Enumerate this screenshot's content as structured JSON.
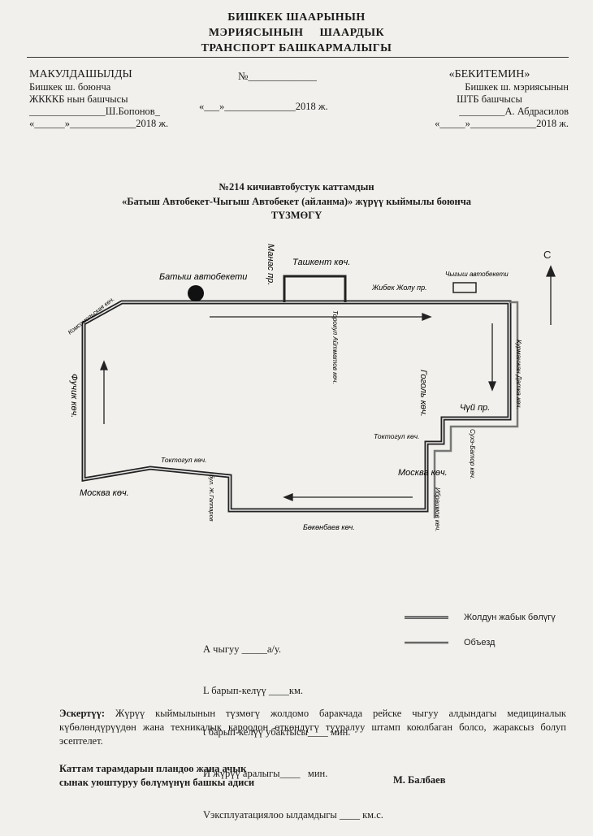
{
  "header": {
    "line1": "БИШКЕК ШААРЫНЫН",
    "line2": "МЭРИЯСЫНЫН     ШААРДЫК",
    "line3": "ТРАНСПОРТ БАШКАРМАЛЫГЫ"
  },
  "approval_left": {
    "title": "МАКУЛДАШЫЛДЫ",
    "org": "Бишкек ш. боюнча",
    "position": "ЖКККБ нын башчысы",
    "signature": "_______________Ш.Бопонов_",
    "date": "«______»_____________2018 ж."
  },
  "number_block": {
    "number": "№_____________",
    "date": "«___»______________2018 ж."
  },
  "approval_right": {
    "title": "«БЕКИТЕМИН»",
    "org": "Бишкек ш. мэриясынын",
    "position": "ШТБ башчысы",
    "signature": "_________А. Абдрасилов",
    "date": "«_____»_____________2018 ж."
  },
  "doc_title": {
    "line1": "№214 кичиавтобустук каттамдын",
    "line2": "«Батыш Автобекет-Чыгыш Автобекет (айланма)» жүрүү кыймылы боюнча",
    "line3": "ТҮЗМӨГҮ"
  },
  "map": {
    "north": "С",
    "labels": {
      "batysh": "Батыш автобекети",
      "manas": "Манас пр.",
      "tashkent": "Ташкент көч.",
      "zhibek": "Жибек Жолу пр.",
      "chygysh": "Чыгыш автобекети",
      "komsomol": "Комсомольская көч.",
      "torokul": "Торокул Айтматов көч.",
      "kurmanzhan": "Курманжан Датка көч.",
      "fuchik": "Фучик көч.",
      "gogol": "Гоголь көч.",
      "chui": "Чүй пр.",
      "toktogul_right": "Токтогул көч.",
      "suhe": "Сухэ-Батор көч.",
      "moskva_right": "Москва көч.",
      "toktogul_left": "Токтогул көч.",
      "moskva_left": "Москва көч.",
      "zh_gapar": "бул. Ж.Гаппаров",
      "ibraimov": "Ибраимов көч.",
      "bokonbaev": "Бөкөнбаев көч."
    }
  },
  "legend": {
    "closed": "Жолдун жабык бөлүгү",
    "detour": "Объезд"
  },
  "params": {
    "a": "А чыгуу _____а/у.",
    "l": "L барып-келүү ____км.",
    "t": "t барып-келүү убактысы____ мин.",
    "i": "И жүрүү аралыгы____   мин.",
    "v": "Vэксплуатациялоо ылдамдыгы ____ км.с."
  },
  "note": {
    "label": "Эскертүү:",
    "text": "Жүрүү кыймылынын түзмөгү жолдомо баракчада рейске чыгуу алдындагы медициналык күбөлөндүрүүдөн жана техникалык кароодон өткөндүгү тууралуу штамп коюлбаган болсо, жараксыз болуп эсептелет."
  },
  "footer": {
    "line1": "Каттам тарамдарын пландоо жана ачык",
    "line2": "сынак уюштуруу бөлүмүнүн башкы адиси",
    "signer": "М. Балбаев"
  }
}
